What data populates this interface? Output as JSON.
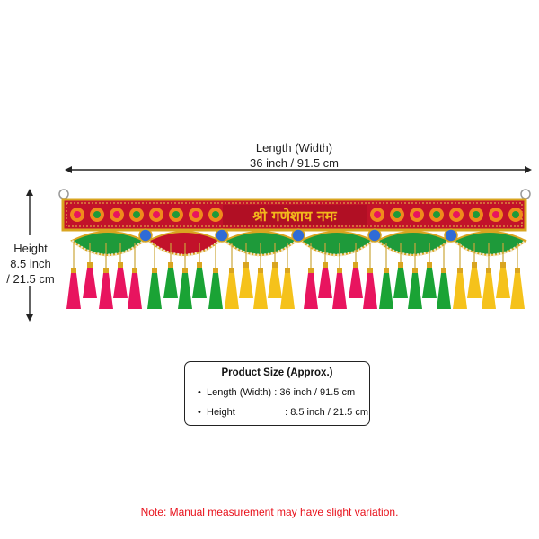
{
  "dimensions": {
    "width_title": "Length (Width)",
    "width_value": "36 inch / 91.5 cm",
    "height_title": "Height",
    "height_value_1": "8.5 inch",
    "height_value_2": "/ 21.5 cm"
  },
  "product": {
    "banner_text": "श्री गणेशाय नमः",
    "colors": {
      "banner_red": "#c2122a",
      "border_gold": "#d9a520",
      "tassel_pink": "#e8145f",
      "tassel_green": "#1aa335",
      "tassel_yellow": "#f5c21b",
      "leaf_green": "#1e9a3a"
    }
  },
  "size_box": {
    "title": "Product Size (Approx.)",
    "rows": [
      {
        "label": "Length (Width)",
        "sep": ":",
        "value": "36 inch / 91.5 cm"
      },
      {
        "label": "Height",
        "sep": ":",
        "value": "8.5 inch / 21.5 cm"
      }
    ]
  },
  "note": "Note: Manual measurement may have slight variation."
}
